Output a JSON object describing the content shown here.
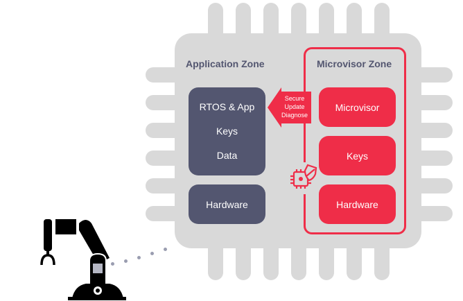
{
  "diagram": {
    "application_zone": {
      "title": "Application Zone",
      "main_box": [
        "RTOS & App",
        "Keys",
        "Data"
      ],
      "hardware_box": "Hardware"
    },
    "microvisor_zone": {
      "title": "Microvisor Zone",
      "boxes": [
        "Microvisor",
        "Keys",
        "Hardware"
      ]
    },
    "arrow": {
      "lines": [
        "Secure",
        "Update",
        "Diagnose"
      ],
      "direction": "microvisor-to-application"
    },
    "icons": {
      "secure_chip": "chip-shield-icon",
      "robot": "robot-arm-icon"
    },
    "colors": {
      "chip": "#d9d9d9",
      "app": "#535670",
      "microvisor": "#ef2d48",
      "dots": "#9a9db0"
    }
  }
}
